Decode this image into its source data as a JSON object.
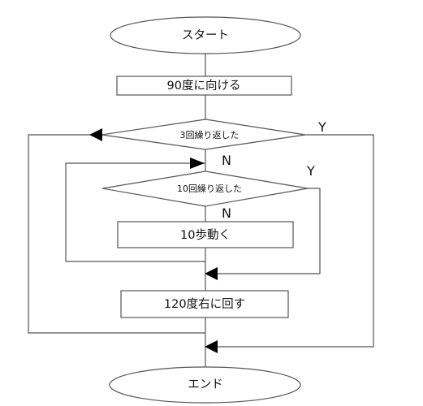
{
  "nodes": {
    "start": "スタート",
    "face90": "90度に向ける",
    "loop3": "3回繰り返した",
    "loop10": "10回繰り返した",
    "move10": "10歩動く",
    "turn120": "120度右に回す",
    "end": "エンド"
  },
  "branches": {
    "outer_yes": "Y",
    "outer_no": "N",
    "inner_yes": "Y",
    "inner_no": "N"
  }
}
